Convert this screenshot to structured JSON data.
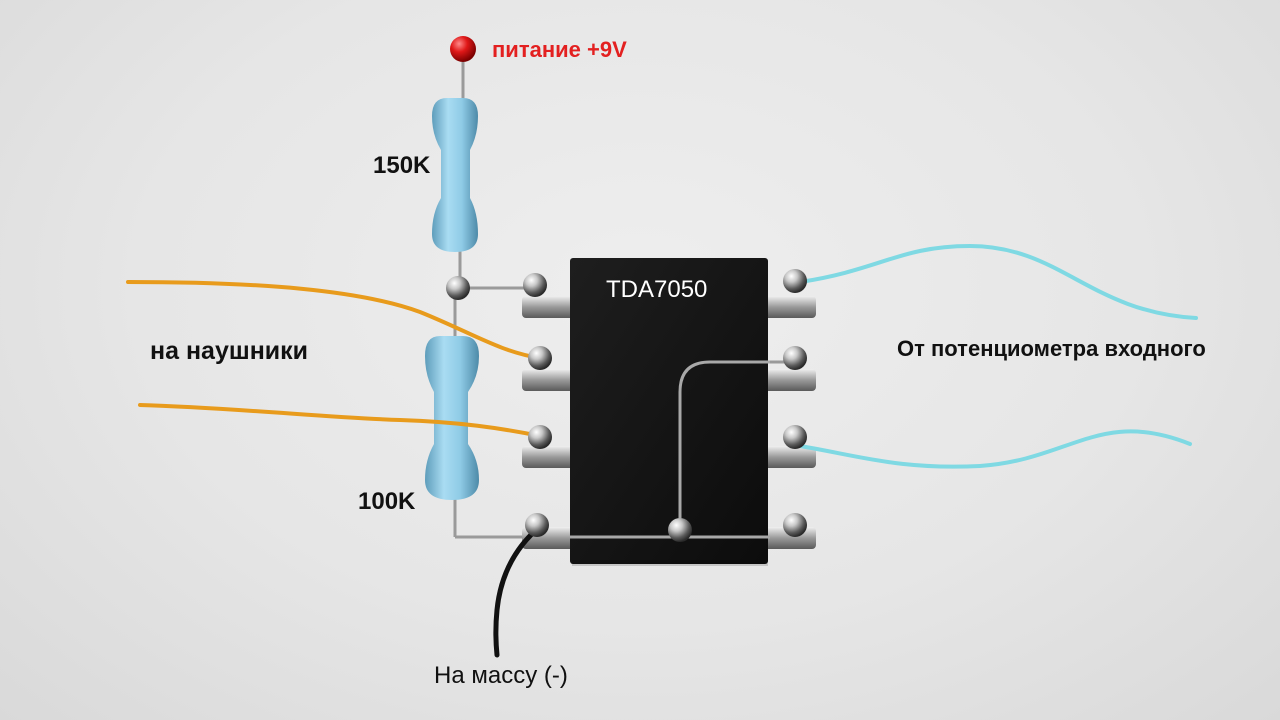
{
  "labels": {
    "power": "питание +9V",
    "r_top": "150K",
    "r_bottom": "100K",
    "headphones": "на наушники",
    "ground": "На массу (-)",
    "input": "От потенциометра входного",
    "chip": "TDA7050"
  },
  "components": {
    "chip": {
      "name": "TDA7050",
      "pins": 8,
      "body_color": "#121212"
    },
    "resistors": [
      {
        "name": "150K",
        "color": "#8fcbe6"
      },
      {
        "name": "100K",
        "color": "#8fcbe6"
      }
    ],
    "power_terminal": {
      "label": "питание +9V",
      "color": "#e01818"
    },
    "wires": {
      "headphones": "#e89b1c",
      "input": "#7fd9e3",
      "ground": "#111111",
      "bus": "#9a9a9a"
    }
  },
  "colors": {
    "label_red": "#e32020",
    "label_black": "#111111",
    "background": "#e6e6e6"
  }
}
